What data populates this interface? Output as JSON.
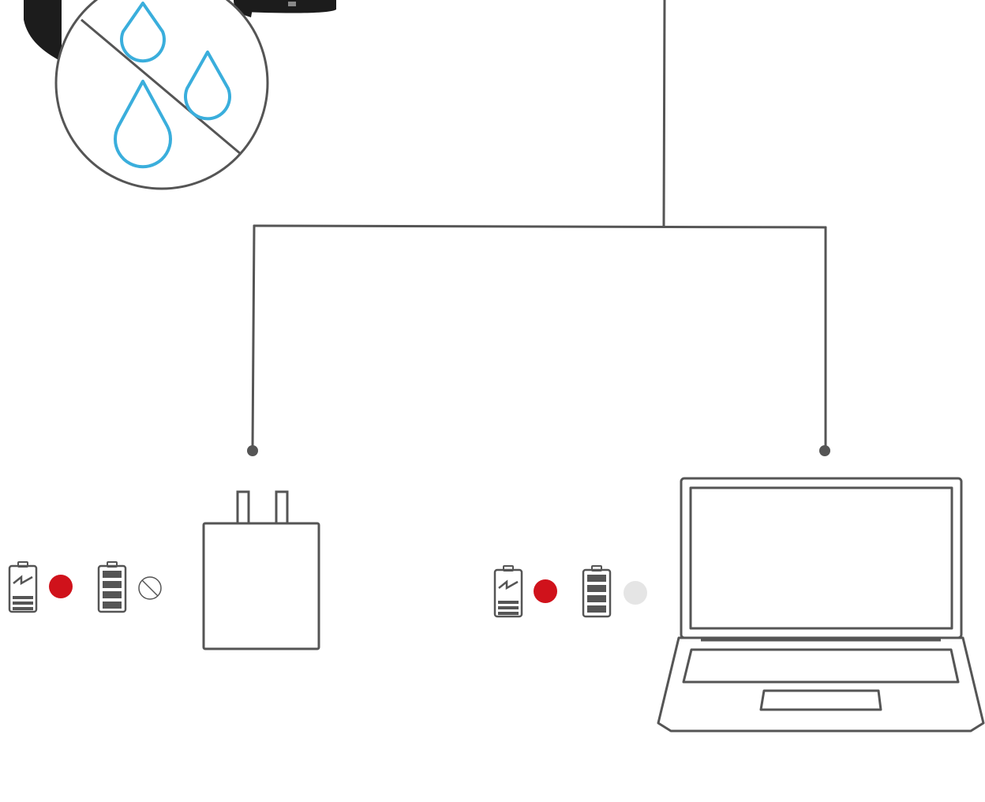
{
  "colors": {
    "line": "#555555",
    "water": "#3aaedc",
    "status_on": "#d0121b",
    "status_off": "#e5e5e5",
    "device_black": "#1c1c1c"
  },
  "detail": {
    "icon": "water-drop-icon",
    "meaning_icon": "no-water-icon",
    "drops": 3
  },
  "branches": [
    {
      "device_icon": "wall-charger-icon",
      "charging_icon": "battery-charging-icon",
      "charging_led": "on",
      "full_icon": "battery-full-icon",
      "full_led": "not-applicable",
      "full_led_icon": "prohibited-icon"
    },
    {
      "device_icon": "laptop-icon",
      "charging_icon": "battery-charging-icon",
      "charging_led": "on",
      "full_icon": "battery-full-icon",
      "full_led": "off"
    }
  ]
}
